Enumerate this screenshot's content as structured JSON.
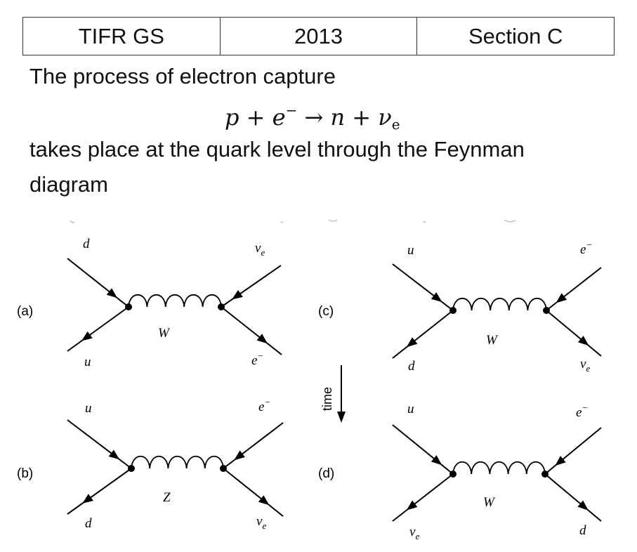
{
  "header": {
    "exam": "TIFR GS",
    "year": "2013",
    "section": "Section C"
  },
  "question": {
    "line1": "The process of electron capture",
    "equation": {
      "p": "p",
      "plus": "+",
      "e": "e",
      "e_sup": "−",
      "arrow": "→",
      "n": "n",
      "nu": "ν",
      "nu_sub": "e"
    },
    "line2": "takes place at the quark level through the Feynman",
    "line3": "diagram"
  },
  "diagrams": {
    "time_label": "time",
    "panels": [
      {
        "label": "(a)",
        "top_left": "d",
        "top_right": "ν_e",
        "bottom_left": "u",
        "bottom_right": "e⁻",
        "boson": "W"
      },
      {
        "label": "(b)",
        "top_left": "u",
        "top_right": "e⁻",
        "bottom_left": "d",
        "bottom_right": "ν_e",
        "boson": "Z"
      },
      {
        "label": "(c)",
        "top_left": "u",
        "top_right": "e⁻",
        "bottom_left": "d",
        "bottom_right": "ν_e",
        "boson": "W"
      },
      {
        "label": "(d)",
        "top_left": "u",
        "top_right": "e⁻",
        "bottom_left": "ν_e",
        "bottom_right": "d",
        "boson": "W"
      }
    ]
  }
}
